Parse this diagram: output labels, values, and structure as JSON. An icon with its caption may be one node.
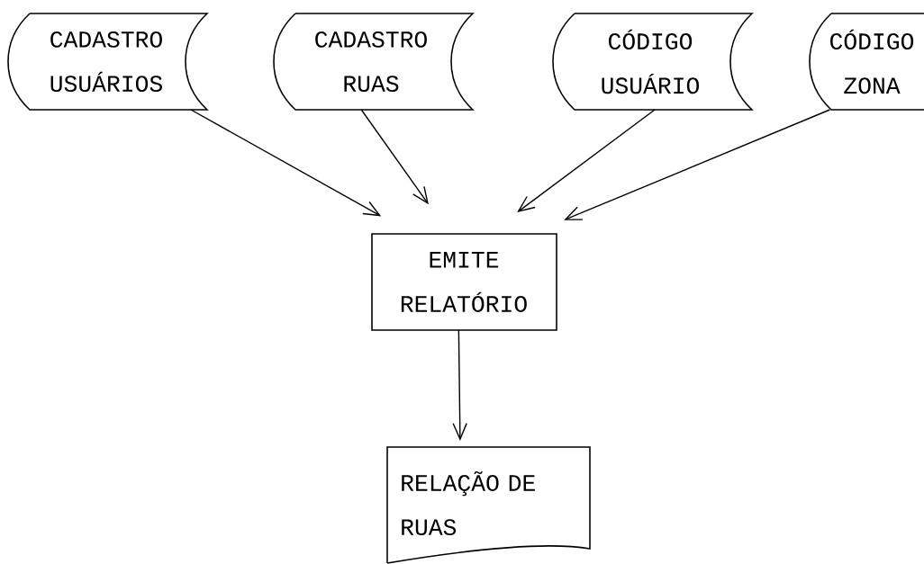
{
  "diagram": {
    "nodes": [
      {
        "text": [
          "CADASTRO USUÁRIOS"
        ]
      },
      {
        "text": [
          "CADASTRO RUAS"
        ]
      },
      {
        "text": [
          "CÓDIGO USUÁRIO"
        ]
      },
      {
        "text": [
          "CÓDIGO ZONA"
        ]
      },
      {
        "text": [
          "EMITE RELATÓRIO"
        ]
      },
      {
        "text": [
          "RELAÇÃO DE RUAS"
        ]
      }
    ],
    "edges": [
      {
        "from": 0,
        "to": 4,
        "arrow": "to"
      },
      {
        "from": 1,
        "to": 4,
        "arrow": "to"
      },
      {
        "from": 2,
        "to": 4,
        "arrow": "to"
      },
      {
        "from": 3,
        "to": 4,
        "arrow": "to"
      },
      {
        "from": 4,
        "to": 5,
        "arrow": "to"
      }
    ]
  }
}
